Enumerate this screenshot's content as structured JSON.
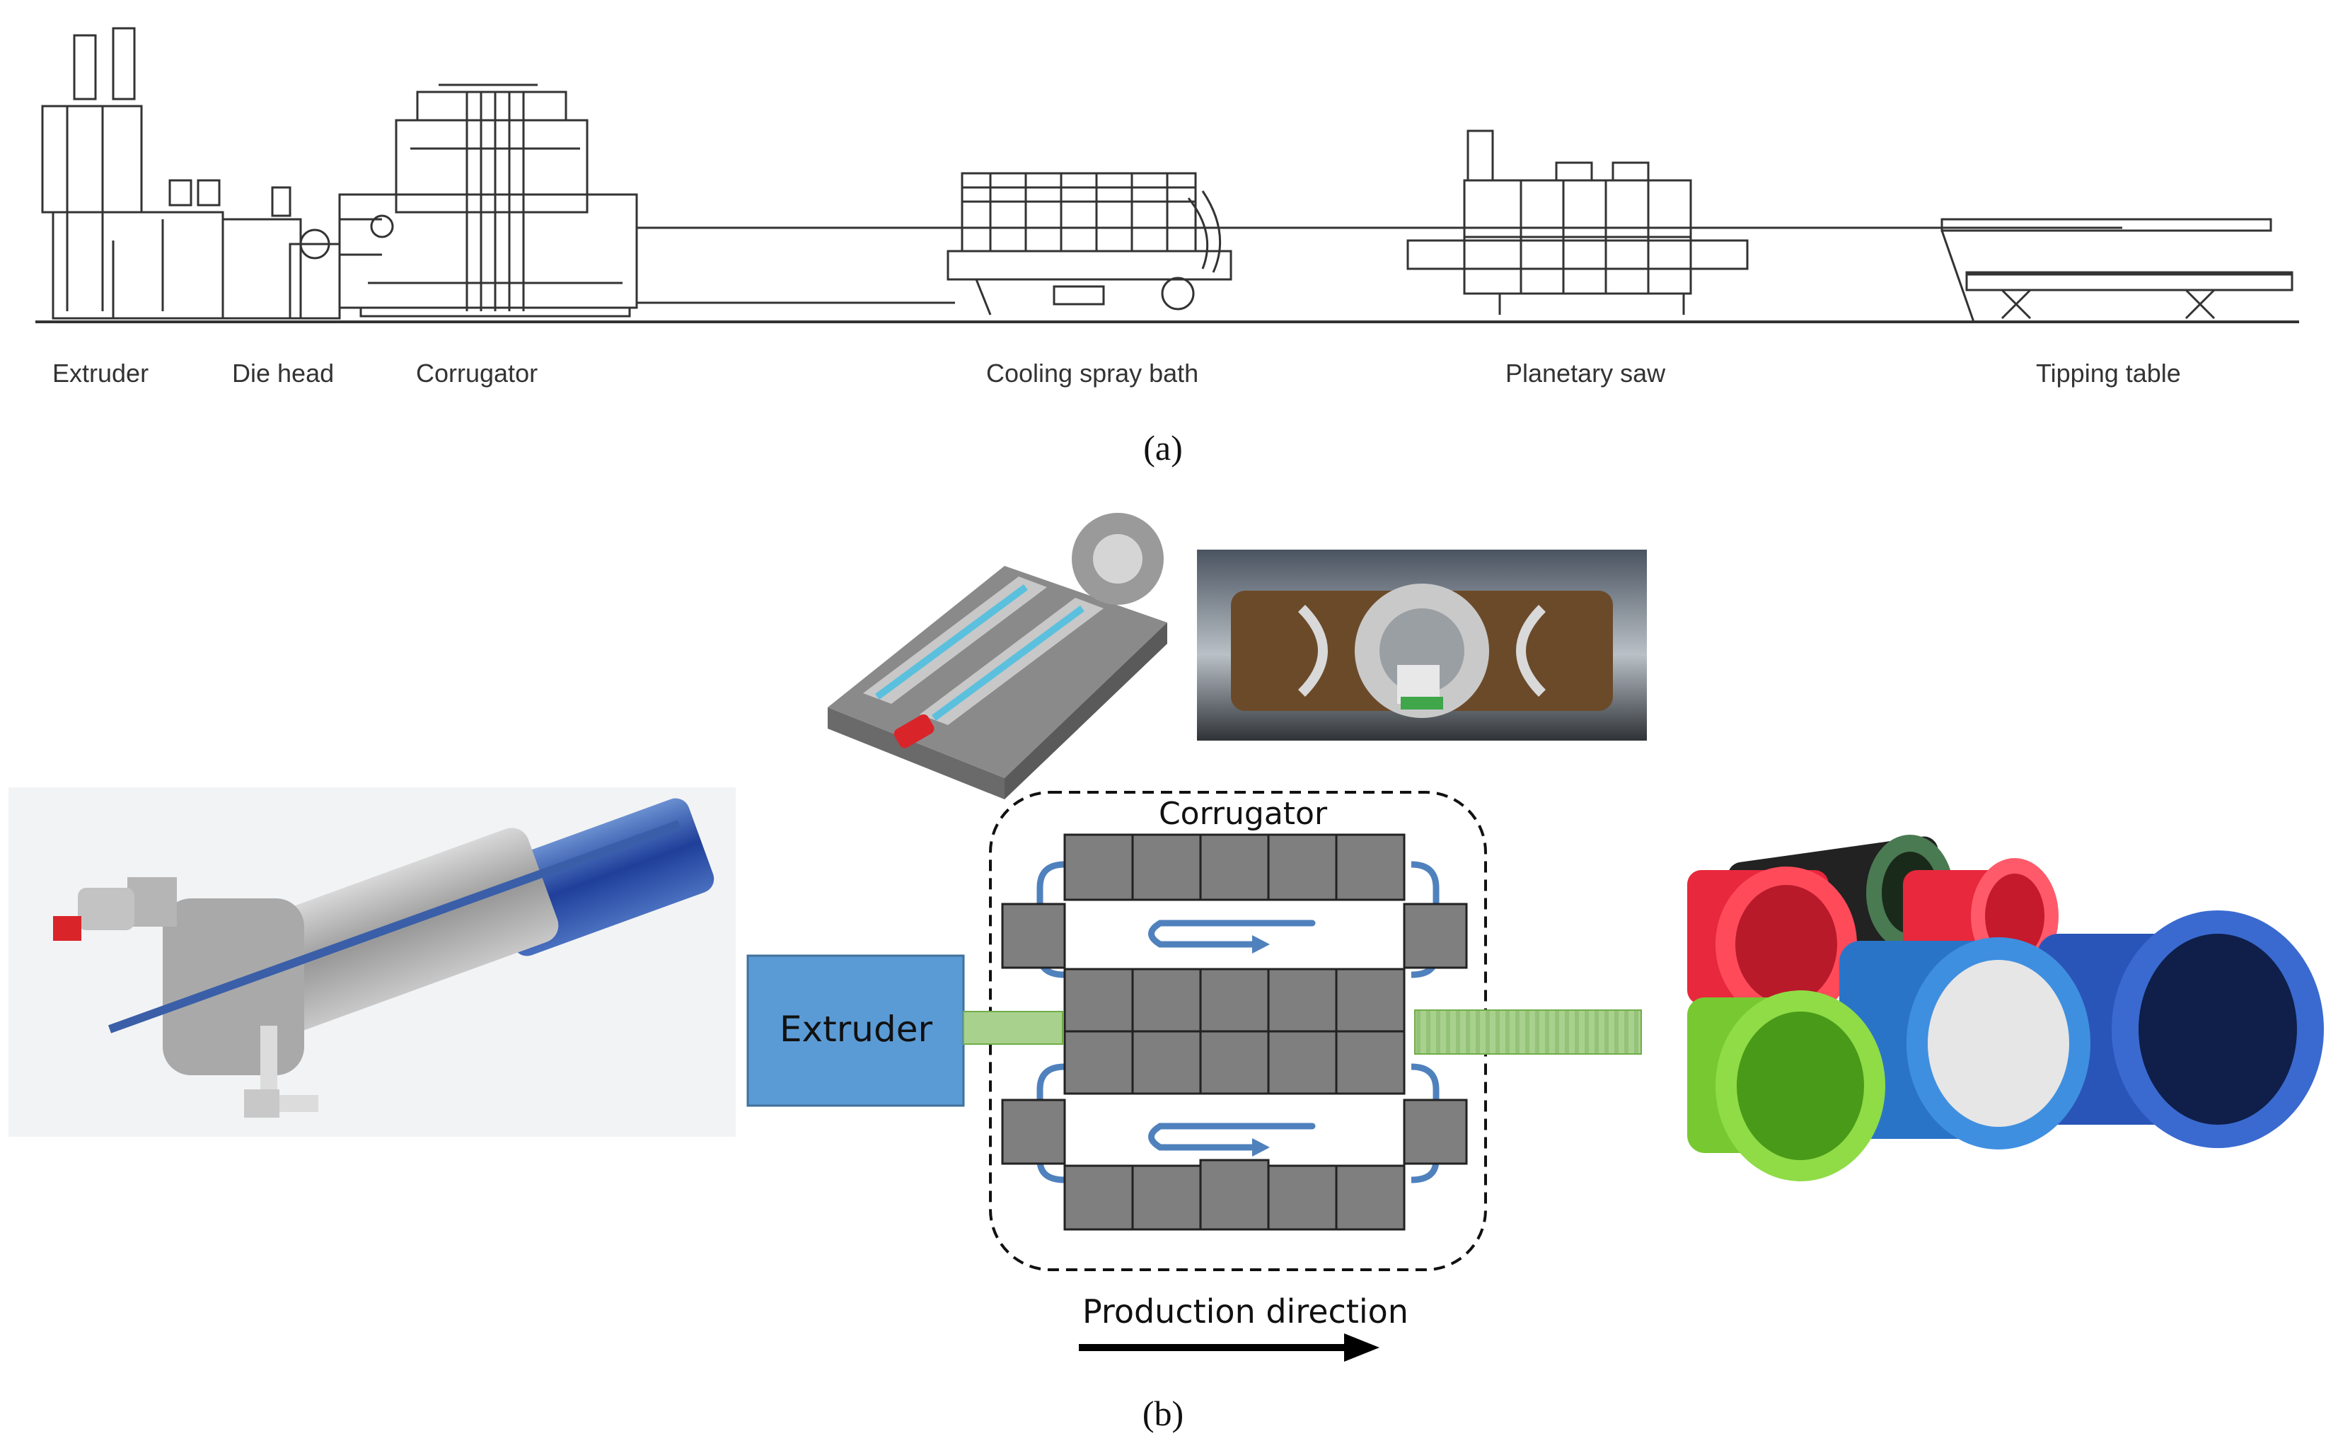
{
  "panel_a": {
    "labels": {
      "extruder": "Extruder",
      "die_head": "Die head",
      "corrugator": "Corrugator",
      "cooling": "Cooling spray bath",
      "saw": "Planetary saw",
      "tipping": "Tipping table"
    },
    "caption": "(a)"
  },
  "panel_b": {
    "corrugator_label": "Corrugator",
    "extruder_label": "Extruder",
    "direction_label": "Production direction",
    "caption": "(b)"
  },
  "colors": {
    "extruder_box": "#5b9bd5",
    "pipe_green": "#a9d18e",
    "block_gray": "#7f7f7f",
    "flow_blue": "#4f81bd",
    "pipe_red": "#e8283c",
    "pipe_blue": "#2a74c8",
    "pipe_navy": "#2a55b8",
    "pipe_lime": "#78c832",
    "pipe_black": "#222222"
  }
}
